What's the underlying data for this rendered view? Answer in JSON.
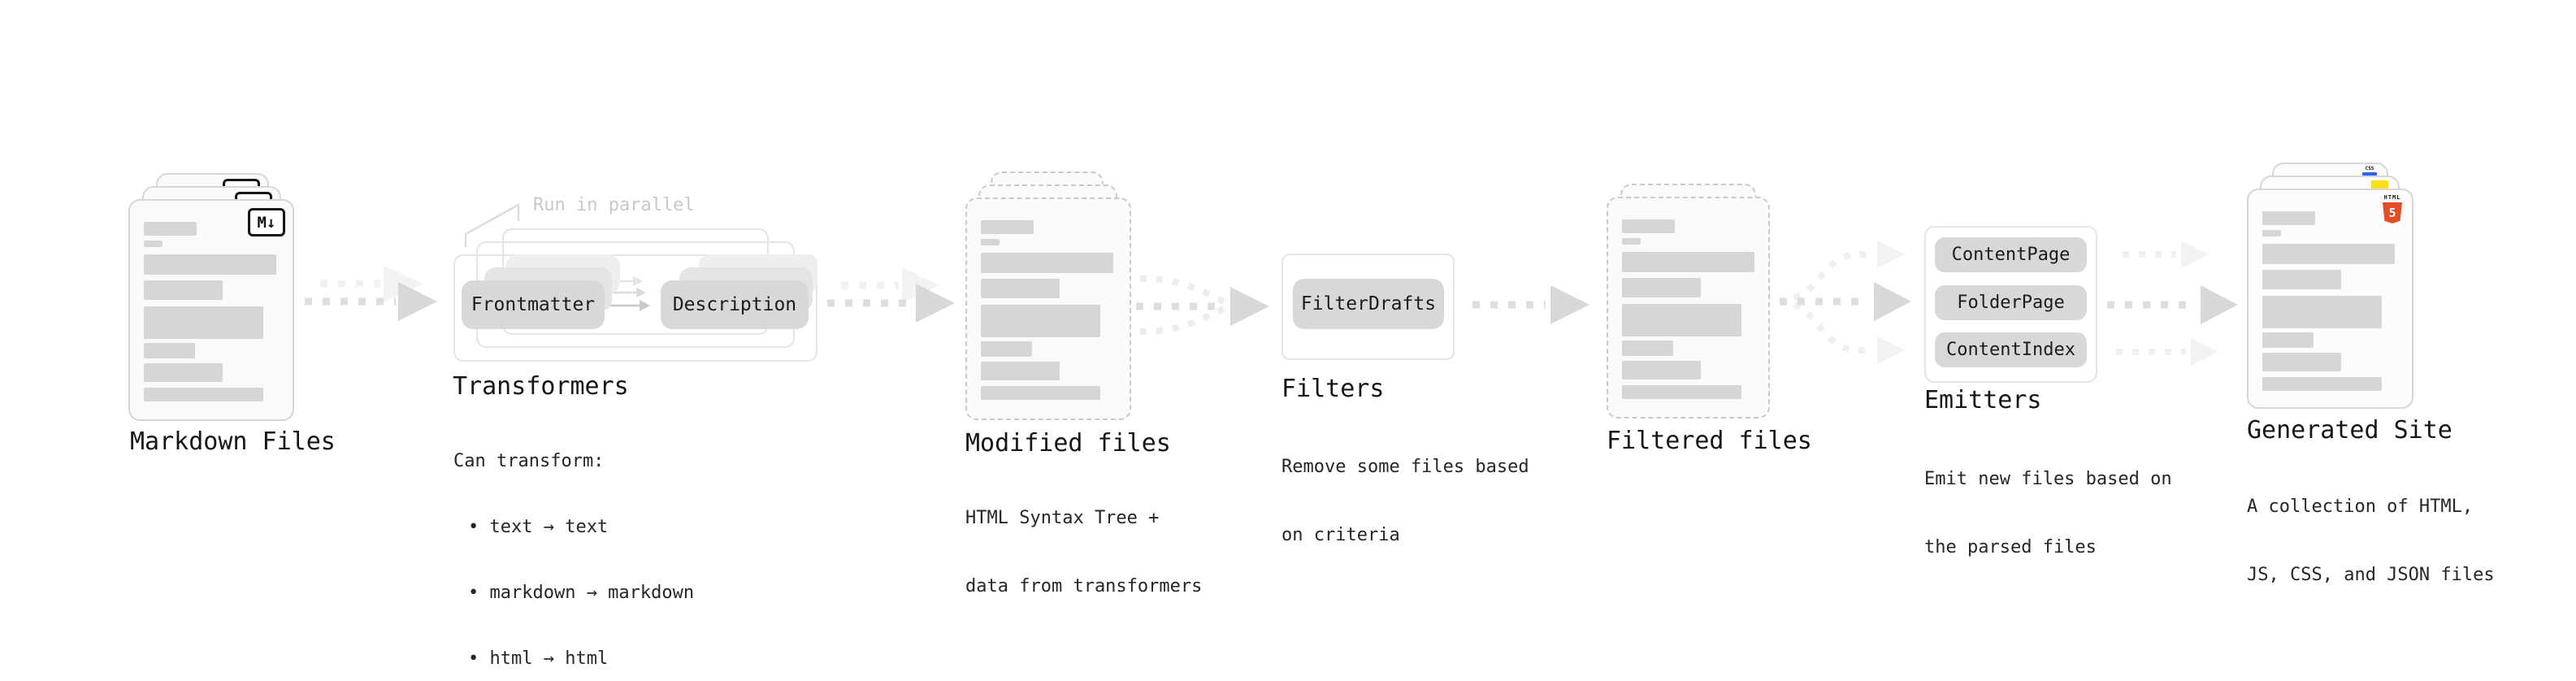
{
  "stages": {
    "markdown": {
      "title": "Markdown Files"
    },
    "transformers": {
      "title": "Transformers",
      "note": "Run in parallel",
      "pill_front_a": "Frontmatter",
      "pill_front_b": "Description",
      "desc_heading": "Can transform:",
      "bullets": [
        "• text → text",
        "• markdown → markdown",
        "• html → html"
      ]
    },
    "modified": {
      "title": "Modified files",
      "desc_line1": "HTML Syntax Tree +",
      "desc_line2": "data from transformers"
    },
    "filters": {
      "title": "Filters",
      "pill": "FilterDrafts",
      "desc_line1": "Remove some files based",
      "desc_line2": "on criteria"
    },
    "filtered": {
      "title": "Filtered files"
    },
    "emitters": {
      "title": "Emitters",
      "pills": [
        "ContentPage",
        "FolderPage",
        "ContentIndex"
      ],
      "desc_line1": "Emit new files based on",
      "desc_line2": "the parsed files"
    },
    "generated": {
      "title": "Generated Site",
      "desc_line1": "A collection of HTML,",
      "desc_line2": "JS, CSS, and JSON files"
    }
  },
  "icons": {
    "markdown_badge": "M↓",
    "html5_word": "HTML",
    "html5_numeral": "5",
    "css_word": "CSS"
  },
  "colors": {
    "html5_orange": "#e44d26",
    "js_yellow": "#f7df1e",
    "css_blue": "#2b63f6",
    "card_bg": "#fafafa",
    "bar_gray": "#d6d6d6",
    "pill_gray": "#d8d8d8",
    "arrow_gray": "#d8d8d8",
    "muted_label": "#c8c8c8"
  }
}
